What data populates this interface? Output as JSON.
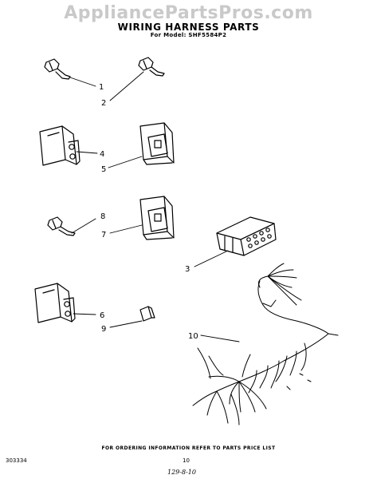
{
  "watermark": "AppliancePartsPros.com",
  "title": "WIRING HARNESS PARTS",
  "subtitle": "For Model: SHF5584P2",
  "callouts": [
    "1",
    "2",
    "3",
    "4",
    "5",
    "6",
    "7",
    "8",
    "9",
    "10"
  ],
  "footer": {
    "note": "FOR ORDERING INFORMATION REFER TO PARTS PRICE LIST",
    "left_code": "303334",
    "page": "10",
    "handwritten": "129-8-10"
  }
}
